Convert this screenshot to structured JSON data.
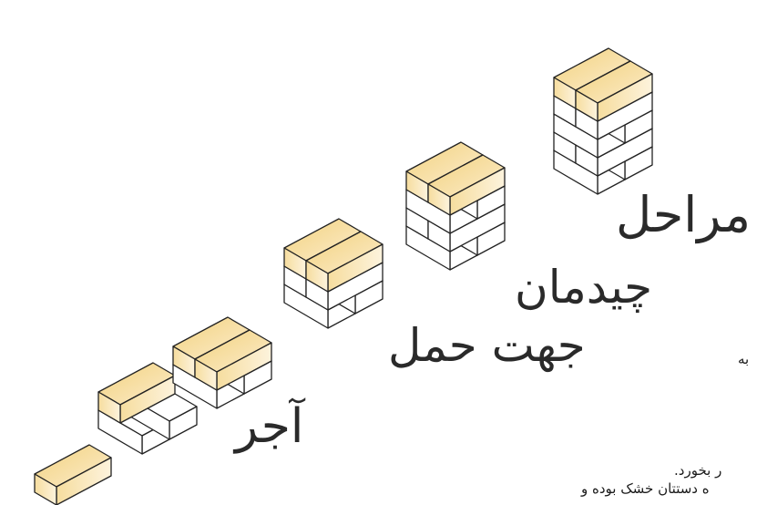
{
  "diagram": {
    "labels": {
      "line1": "مراحل",
      "line2": "چیدمان",
      "line3": "جهت حمل",
      "line4": "آجر"
    },
    "background_text": {
      "fragment_1": "به",
      "fragment_2": "ر بخورد.",
      "fragment_3": "ه دستتان خشک بوده و"
    },
    "colors": {
      "brick_top_fill": "#f5dc9a",
      "brick_side_fill": "#f7e6b8",
      "brick_empty_fill": "#ffffff",
      "outline": "#222222",
      "text": "#2a2a2a"
    },
    "stacks": [
      {
        "step": 1,
        "bricks": 1
      },
      {
        "step": 2,
        "bricks": 3
      },
      {
        "step": 3,
        "bricks": 4
      },
      {
        "step": 4,
        "bricks": 6
      },
      {
        "step": 5,
        "bricks": 8
      },
      {
        "step": 6,
        "bricks": 10
      }
    ]
  }
}
